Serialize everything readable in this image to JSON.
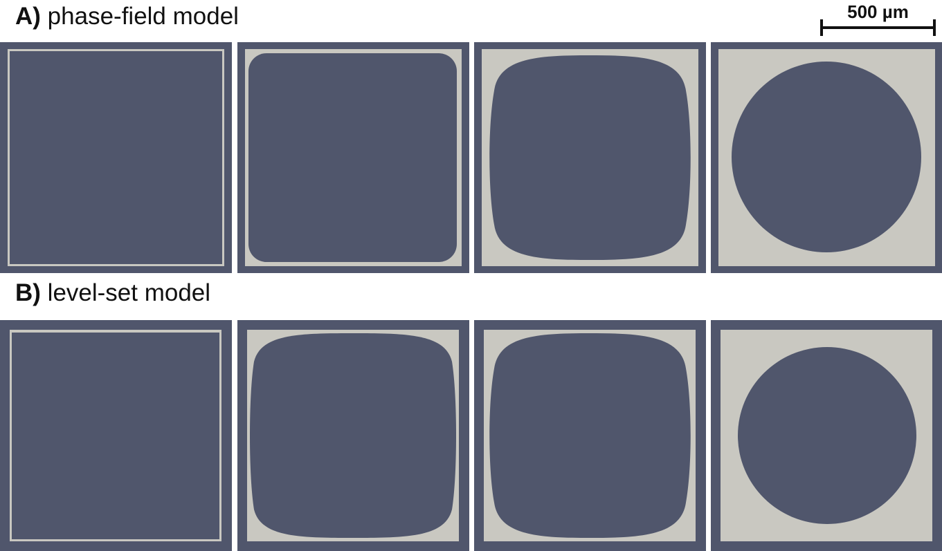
{
  "figure": {
    "row_a": {
      "letter": "A)",
      "title": "phase-field model"
    },
    "row_b": {
      "letter": "B)",
      "title": "level-set model"
    },
    "scale_bar": {
      "label": "500 µm"
    }
  },
  "colors": {
    "frame": "#50566c",
    "grain": "#50566c",
    "matrix": "#c9c8c1",
    "background": "#ffffff",
    "text": "#111111"
  }
}
